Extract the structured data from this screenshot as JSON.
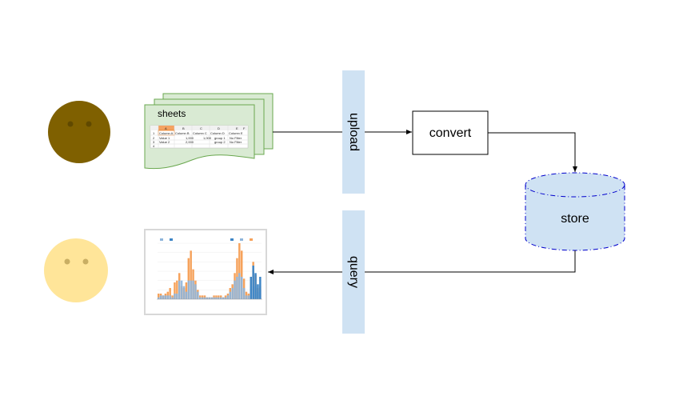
{
  "nodes": {
    "sheets": {
      "label": "sheets"
    },
    "upload": {
      "label": "upload"
    },
    "convert": {
      "label": "convert"
    },
    "store": {
      "label": "store"
    },
    "query": {
      "label": "query"
    }
  },
  "spreadsheet": {
    "col_headers": [
      "A",
      "B",
      "C",
      "D",
      "E",
      "F"
    ],
    "rows": [
      {
        "num": "1",
        "cells": [
          "Column A",
          "Column B",
          "Column C",
          "Column D",
          "Column E",
          "Column F"
        ]
      },
      {
        "num": "2",
        "cells": [
          "Value 1",
          "",
          "1,000",
          "1,000",
          "group 1",
          "No Filter"
        ]
      },
      {
        "num": "3",
        "cells": [
          "Value 2",
          "",
          "2,000",
          "",
          "group 2",
          "No Filter"
        ]
      },
      {
        "num": "4",
        "cells": [
          "",
          "",
          "",
          "",
          "",
          ""
        ]
      }
    ]
  },
  "colors": {
    "user_top": "#7f6000",
    "user_bottom": "#ffe599",
    "sheet_fill": "#d9ead3",
    "sheet_stroke": "#6aa84f",
    "band_fill": "#cfe2f3",
    "store_stroke": "#0000cc",
    "chart_blue": "#8eb5db",
    "chart_dark_blue": "#3d85c6",
    "chart_orange": "#f6a25b"
  },
  "chart_data": {
    "type": "bar",
    "series": [
      {
        "values": [
          3,
          3,
          2,
          3,
          4,
          6,
          2,
          9,
          10,
          14,
          7,
          6,
          9,
          22,
          26,
          16,
          10,
          5,
          2,
          2,
          2,
          1,
          1,
          1,
          2,
          2,
          2,
          2,
          1,
          2,
          3,
          6,
          8,
          14,
          22,
          30,
          26,
          11,
          4,
          3,
          12,
          20,
          13,
          6,
          7
        ]
      },
      {
        "values": [
          1,
          2,
          2,
          2,
          2,
          2,
          1,
          3,
          3,
          10,
          10,
          7,
          4,
          10,
          10,
          10,
          8,
          4,
          1,
          1,
          1,
          1,
          1,
          1,
          1,
          1,
          1,
          1,
          1,
          1,
          2,
          4,
          6,
          10,
          12,
          14,
          12,
          6,
          2,
          2,
          6,
          7,
          7,
          4,
          5
        ]
      },
      {
        "values": [
          0,
          0,
          0,
          0,
          0,
          0,
          0,
          0,
          0,
          0,
          0,
          0,
          0,
          0,
          0,
          0,
          0,
          0,
          0,
          0,
          0,
          0,
          0,
          0,
          0,
          0,
          0,
          0,
          0,
          0,
          0,
          0,
          0,
          0,
          0,
          0,
          0,
          0,
          0,
          0,
          12,
          18,
          14,
          8,
          12
        ]
      }
    ],
    "ylim": [
      0,
      30
    ]
  }
}
